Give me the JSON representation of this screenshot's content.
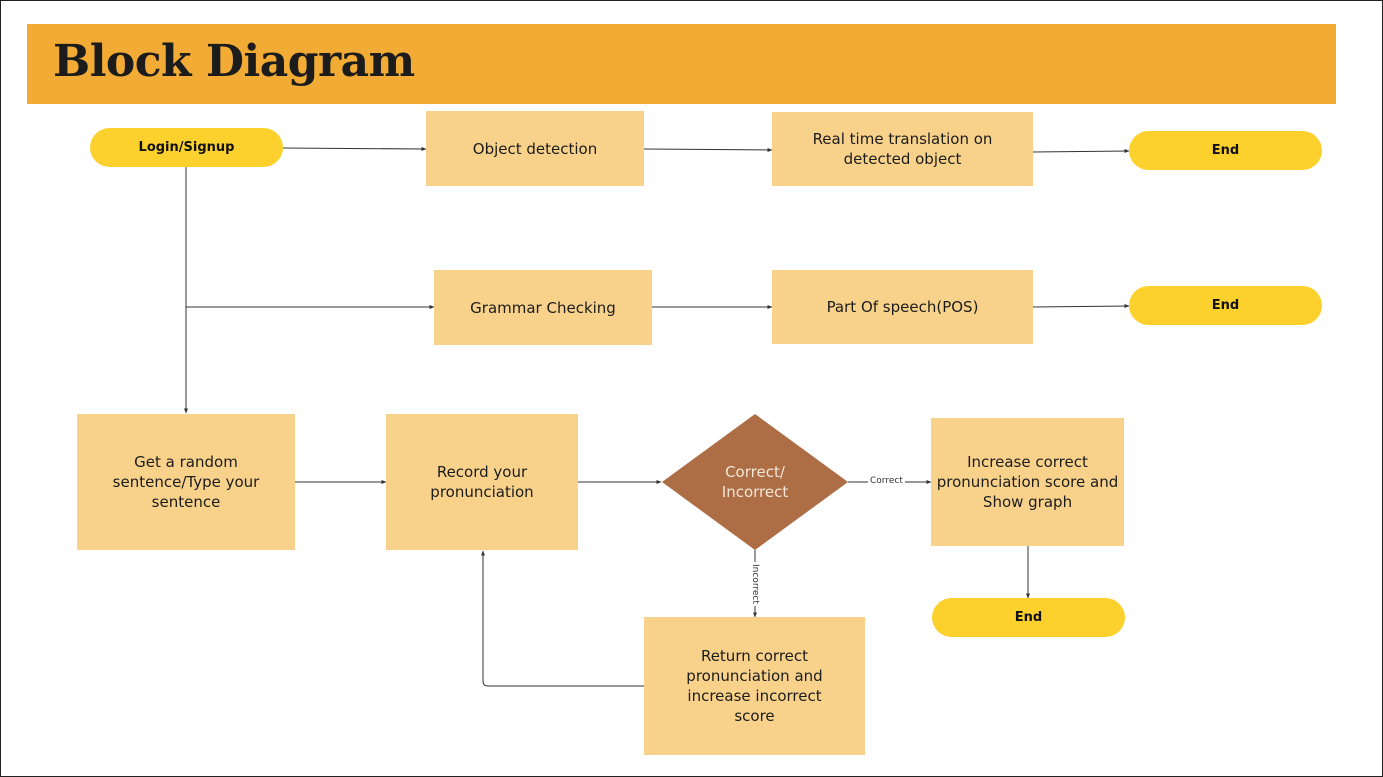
{
  "title": "Block Diagram",
  "nodes": {
    "login": "Login/Signup",
    "object_detection": "Object detection",
    "realtime_translation": "Real time translation on detected object",
    "end_1": "End",
    "grammar_checking": "Grammar Checking",
    "pos": "Part Of speech(POS)",
    "end_2": "End",
    "random_sentence": "Get a random sentence/Type your sentence",
    "record_pronunciation": "Record your pronunciation",
    "decision": "Correct/\nIncorrect",
    "increase_correct": "Increase correct pronunciation score and Show graph",
    "end_3": "End",
    "return_correct": "Return correct pronunciation and increase incorrect score"
  },
  "edge_labels": {
    "correct": "Correct",
    "incorrect": "Incorrect"
  },
  "colors": {
    "header": "#f2ab35",
    "box": "#f8d28a",
    "terminal": "#fcd12e",
    "decision": "#ad6e46"
  }
}
